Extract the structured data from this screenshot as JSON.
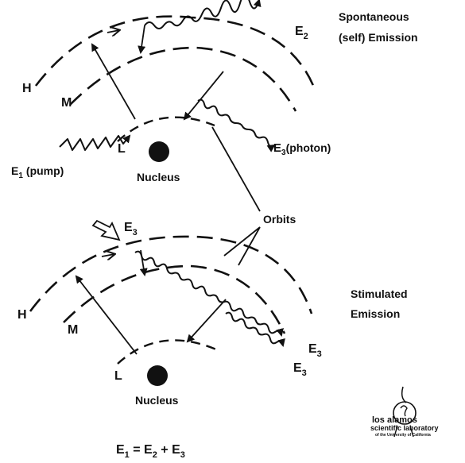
{
  "labels": {
    "spontaneous_line1": "Spontaneous",
    "spontaneous_line2": "(self) Emission",
    "e2": "E",
    "e2_sub": "2",
    "h_top": "H",
    "m_top": "M",
    "l_top": "L",
    "e1_pump": "E",
    "e1_pump_sub": "1",
    "pump_text": "(pump)",
    "nucleus_top": "Nucleus",
    "e3_photon": "E",
    "e3_photon_sub": "3",
    "photon_text": "(photon)",
    "orbits": "Orbits",
    "e3_incident": "E",
    "e3_incident_sub": "3",
    "h_bottom": "H",
    "m_bottom": "M",
    "l_bottom": "L",
    "stimulated_line1": "Stimulated",
    "stimulated_line2": "Emission",
    "e3_out1": "E",
    "e3_out1_sub": "3",
    "e3_out2": "E",
    "e3_out2_sub": "3",
    "nucleus_bottom": "Nucleus",
    "equation_e1": "E",
    "equation_e1_sub": "1",
    "equation_eq": " = ",
    "equation_e2": "E",
    "equation_e2_sub": "2",
    "equation_plus": " + ",
    "equation_e3": "E",
    "equation_e3_sub": "3"
  },
  "logo": {
    "line1": "los alamos",
    "line2": "scientific laboratory",
    "line3": "of the University of California"
  },
  "colors": {
    "ink": "#111111",
    "paper": "#ffffff"
  }
}
